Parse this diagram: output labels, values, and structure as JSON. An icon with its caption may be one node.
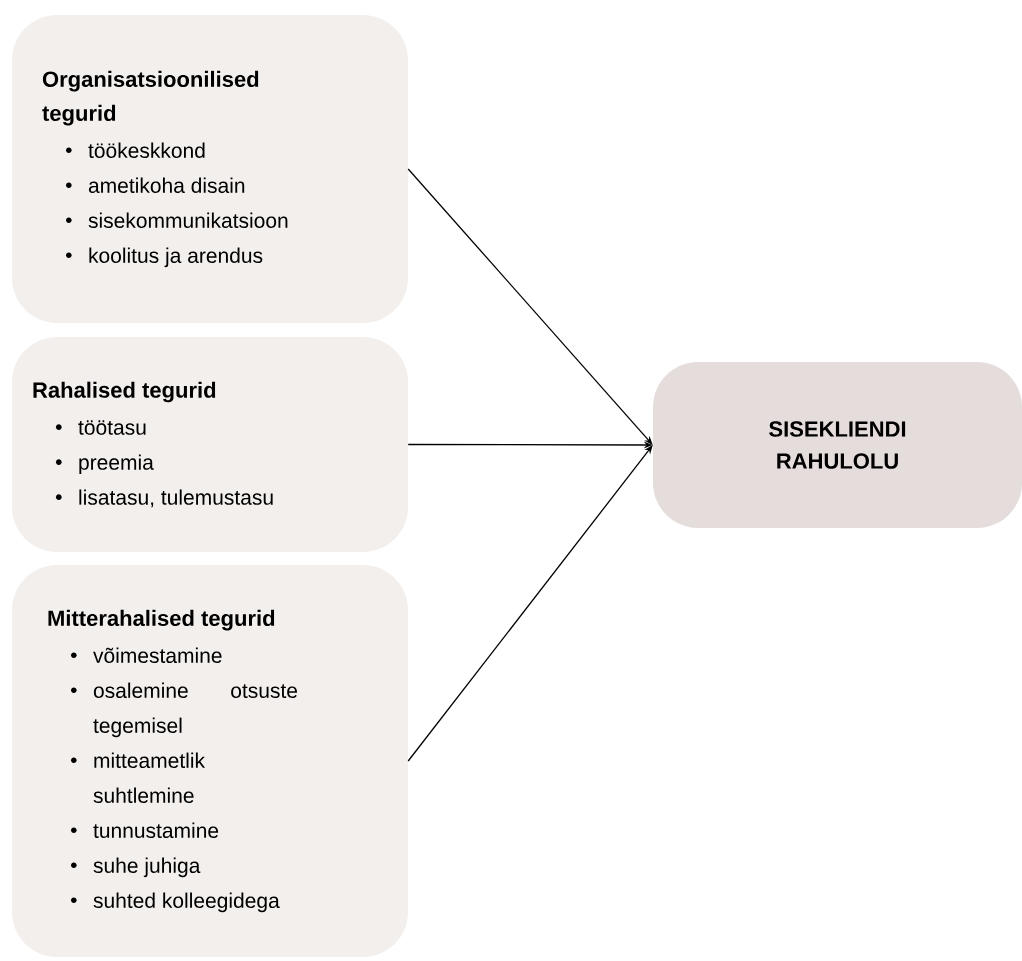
{
  "diagram": {
    "nodes": [
      {
        "text": [
          "Organisatsioonilised tegurid",
          "töökeskkond",
          "ametikoha disain",
          "sisekommunikatsioon",
          "koolitus ja arendus"
        ]
      },
      {
        "text": [
          "Rahalised tegurid",
          "töötasu",
          "preemia",
          "lisatasu, tulemustasu"
        ]
      },
      {
        "text": [
          "Mitterahalised tegurid",
          "võimestamine",
          "osalemine otsuste tegemisel",
          "mitteametlik suhtlemine",
          "tunnustamine",
          "suhe juhiga",
          "suhted kolleegidega"
        ]
      },
      {
        "text": [
          "SISEKLIENDI RAHULOLU"
        ]
      }
    ],
    "edges": [
      {
        "from": 0,
        "to": 3,
        "arrow": "to"
      },
      {
        "from": 1,
        "to": 3,
        "arrow": "to"
      },
      {
        "from": 2,
        "to": 3,
        "arrow": "to"
      }
    ]
  }
}
